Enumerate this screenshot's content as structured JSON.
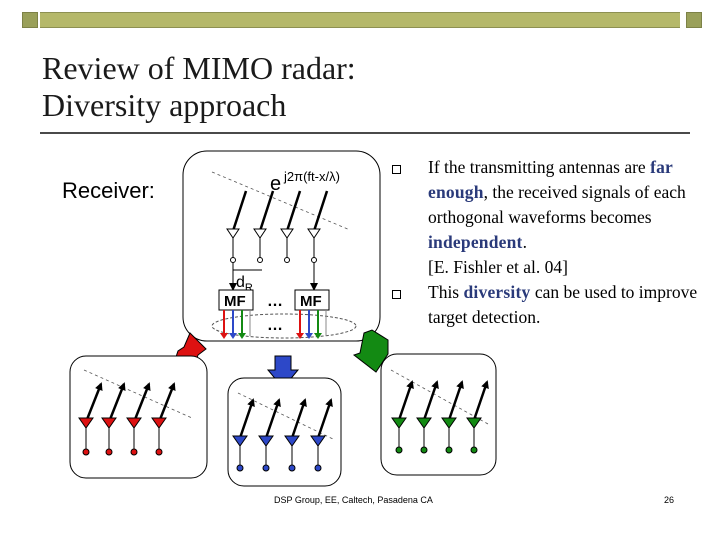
{
  "title": "Review of MIMO radar:\nDiversity approach",
  "receiver_label": "Receiver:",
  "diagram": {
    "exponent_base": "e",
    "exponent": "j2π(ft-x/λ)",
    "d_label": "d",
    "d_subscript": "R",
    "mf_left": "MF",
    "mf_dots": "…",
    "mf_right": "MF",
    "dots_below": "…"
  },
  "bullets": [
    {
      "parts": [
        {
          "text": "If the transmitting antennas are ",
          "hl": false
        },
        {
          "text": "far enough",
          "hl": true
        },
        {
          "text": ", the received signals of each orthogonal waveforms becomes ",
          "hl": false
        },
        {
          "text": "independent",
          "hl": true
        },
        {
          "text": ".",
          "hl": false
        }
      ],
      "reference": "[E. Fishler et al. 04]"
    },
    {
      "parts": [
        {
          "text": "This ",
          "hl": false
        },
        {
          "text": "diversity",
          "hl": true
        },
        {
          "text": " can be used to improve target detection.",
          "hl": false
        }
      ]
    }
  ],
  "footer": "DSP Group, EE, Caltech, Pasadena CA",
  "page_number": "26",
  "colors": {
    "red": "#dd1111",
    "blue": "#2d48c8",
    "green": "#138a13",
    "highlight": "#2a3a7a",
    "header_bar": "#b5b86a"
  }
}
